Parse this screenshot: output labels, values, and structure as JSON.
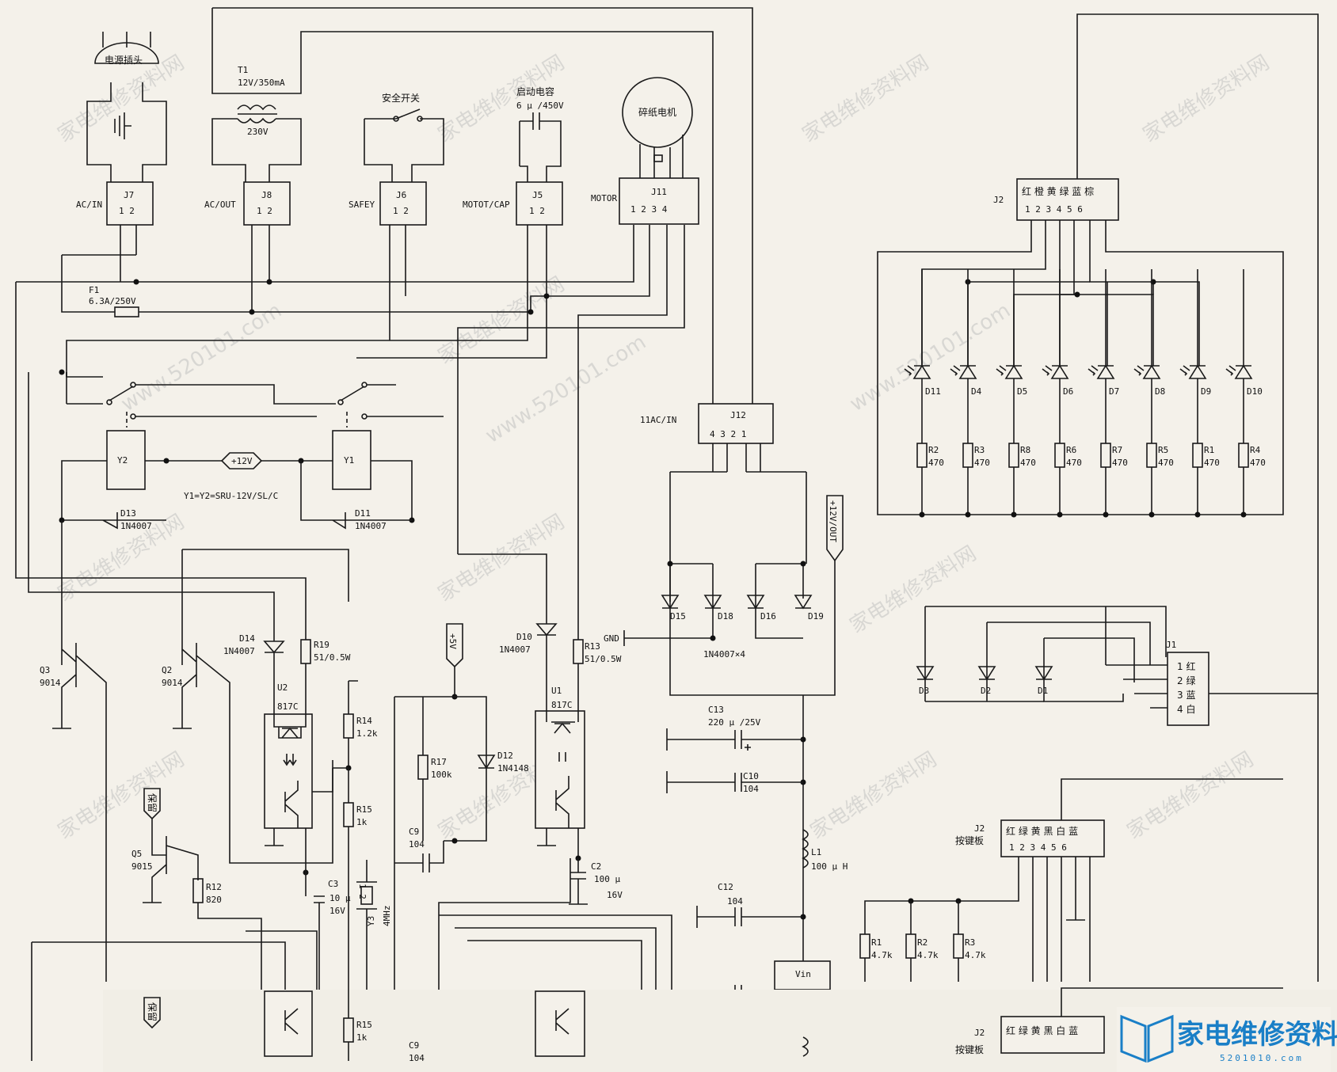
{
  "plug": {
    "label": "电源插头"
  },
  "connectors": {
    "j7": {
      "ref": "J7",
      "name": "AC/IN",
      "pins": "1 2"
    },
    "j8": {
      "ref": "J8",
      "name": "AC/OUT",
      "pins": "1 2"
    },
    "j6": {
      "ref": "J6",
      "name": "SAFEY",
      "pins": "1 2"
    },
    "j5": {
      "ref": "J5",
      "name": "MOTOT/CAP",
      "pins": "1 2"
    },
    "j11": {
      "ref": "J11",
      "name": "MOTOR",
      "pins": "1 2 3 4"
    },
    "j12": {
      "ref": "J12",
      "name": "11AC/IN",
      "pins": "4 3 2 1"
    },
    "j2_led": {
      "ref": "J2",
      "colors": "红 橙 黄 绿 蓝 棕",
      "pins": "1 2 3 4 5 6"
    },
    "j1": {
      "ref": "J1",
      "rows": [
        "1  红",
        "2  绿",
        "3  蓝",
        "4  白"
      ]
    },
    "j2_key": {
      "ref": "J2",
      "sub": "按键板",
      "colors": "红 绿 黄 黑 白 蓝",
      "pins": "1 2 3 4 5 6"
    },
    "j2_key2": {
      "ref": "J2",
      "sub": "按键板",
      "colors": "红 绿 黄 黑 白 蓝"
    }
  },
  "transformer": {
    "ref": "T1",
    "rating": "12V/350mA",
    "primary": "230V"
  },
  "safety_switch": {
    "label": "安全开关"
  },
  "start_cap": {
    "label": "启动电容",
    "value": "6 μ /450V"
  },
  "motor": {
    "label": "碎纸电机"
  },
  "fuse": {
    "ref": "F1",
    "value": "6.3A/250V"
  },
  "relays": {
    "y1": "Y1",
    "y2": "Y2",
    "note": "Y1=Y2=SRU-12V/SL/C",
    "rail": "+12V"
  },
  "diodes": {
    "d13": {
      "ref": "D13",
      "part": "1N4007"
    },
    "d11": {
      "ref": "D11",
      "part": "1N4007"
    },
    "d14": {
      "ref": "D14",
      "part": "1N4007"
    },
    "d10": {
      "ref": "D10",
      "part": "1N4007"
    },
    "d12": {
      "ref": "D12",
      "part": "1N4148"
    },
    "bridge": [
      "D15",
      "D18",
      "D16",
      "D19"
    ],
    "bridge_note": "1N4007×4",
    "leds_top": [
      "D11",
      "D4",
      "D5",
      "D6",
      "D7",
      "D8",
      "D9",
      "D10"
    ],
    "leds_j1": [
      "D3",
      "D2",
      "D1"
    ]
  },
  "resistors": {
    "top": [
      {
        "ref": "R2",
        "val": "470"
      },
      {
        "ref": "R3",
        "val": "470"
      },
      {
        "ref": "R8",
        "val": "470"
      },
      {
        "ref": "R6",
        "val": "470"
      },
      {
        "ref": "R7",
        "val": "470"
      },
      {
        "ref": "R5",
        "val": "470"
      },
      {
        "ref": "R1",
        "val": "470"
      },
      {
        "ref": "R4",
        "val": "470"
      }
    ],
    "r19": {
      "ref": "R19",
      "val": "51/0.5W"
    },
    "r13": {
      "ref": "R13",
      "val": "51/0.5W"
    },
    "r14": {
      "ref": "R14",
      "val": "1.2k"
    },
    "r15": {
      "ref": "R15",
      "val": "1k"
    },
    "r15b": {
      "ref": "R15",
      "val": "1k"
    },
    "r17": {
      "ref": "R17",
      "val": "100k"
    },
    "r12": {
      "ref": "R12",
      "val": "820"
    },
    "pullups": [
      {
        "ref": "R1",
        "val": "4.7k"
      },
      {
        "ref": "R2",
        "val": "4.7k"
      },
      {
        "ref": "R3",
        "val": "4.7k"
      }
    ]
  },
  "transistors": {
    "q3": {
      "ref": "Q3",
      "part": "9014"
    },
    "q2": {
      "ref": "Q2",
      "part": "9014"
    },
    "q5": {
      "ref": "Q5",
      "part": "9015"
    }
  },
  "optos": {
    "u2": {
      "ref": "U2",
      "part": "817C"
    },
    "u1": {
      "ref": "U1",
      "part": "817C"
    }
  },
  "caps": {
    "c13": {
      "ref": "C13",
      "val": "220 μ /25V"
    },
    "c10": {
      "ref": "C10",
      "val": "104"
    },
    "c12": {
      "ref": "C12",
      "val": "104"
    },
    "c3": {
      "ref": "C3",
      "val": "10 μ",
      "v": "16V"
    },
    "c2": {
      "ref": "C2",
      "val": "100 μ",
      "v": "16V"
    },
    "c9": {
      "ref": "C9",
      "val": "104"
    },
    "c9b": {
      "ref": "C9",
      "val": "104"
    },
    "c_bottom": {
      "val": "104"
    }
  },
  "inductor": {
    "ref": "L1",
    "val": "100 μ H"
  },
  "crystal": {
    "ref": "Y3",
    "val": "4MHz",
    "pins": "1 2"
  },
  "rails": {
    "p5": "+5V",
    "gnd": "GND",
    "out12": "+12V/OUT",
    "vin": "Vin"
  },
  "reserved": "保留",
  "watermarks": {
    "site_cn": "家电维修资料网",
    "site_url": "www.520101.com"
  },
  "logo": {
    "text": "家电维修资料网",
    "url": "5201010.com"
  }
}
